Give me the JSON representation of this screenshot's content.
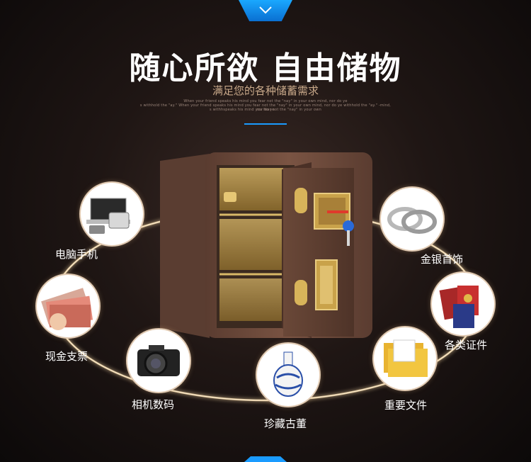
{
  "heading": {
    "title": "随心所欲 自由储物",
    "subtitle": "满足您的各种储蓄需求",
    "fine_line_1": "When your friend speaks his mind you fear not the \"nay\" in your own mind, nor do ye",
    "fine_line_2": "s withhold the \"ay.\" When your friend speaks his mind you fear not the \"nay\" in your own mind, nor do ye withhold the \"ay.\" -mind, nor do ye",
    "fine_line_3": "s withhspeaks his mind you fear not the \"nay\" in your own"
  },
  "items": [
    {
      "label": "电脑手机",
      "icon": "laptop-phone-icon"
    },
    {
      "label": "现金支票",
      "icon": "cash-icon"
    },
    {
      "label": "相机数码",
      "icon": "camera-icon"
    },
    {
      "label": "珍藏古董",
      "icon": "vase-icon"
    },
    {
      "label": "重要文件",
      "icon": "folder-icon"
    },
    {
      "label": "各类证件",
      "icon": "passport-icon"
    },
    {
      "label": "金银首饰",
      "icon": "ring-icon"
    }
  ],
  "colors": {
    "accent": "#1a9bff",
    "safe_body": "#6e4b3c",
    "gold": "#c9a24a",
    "glow": "#f5d9a8"
  }
}
